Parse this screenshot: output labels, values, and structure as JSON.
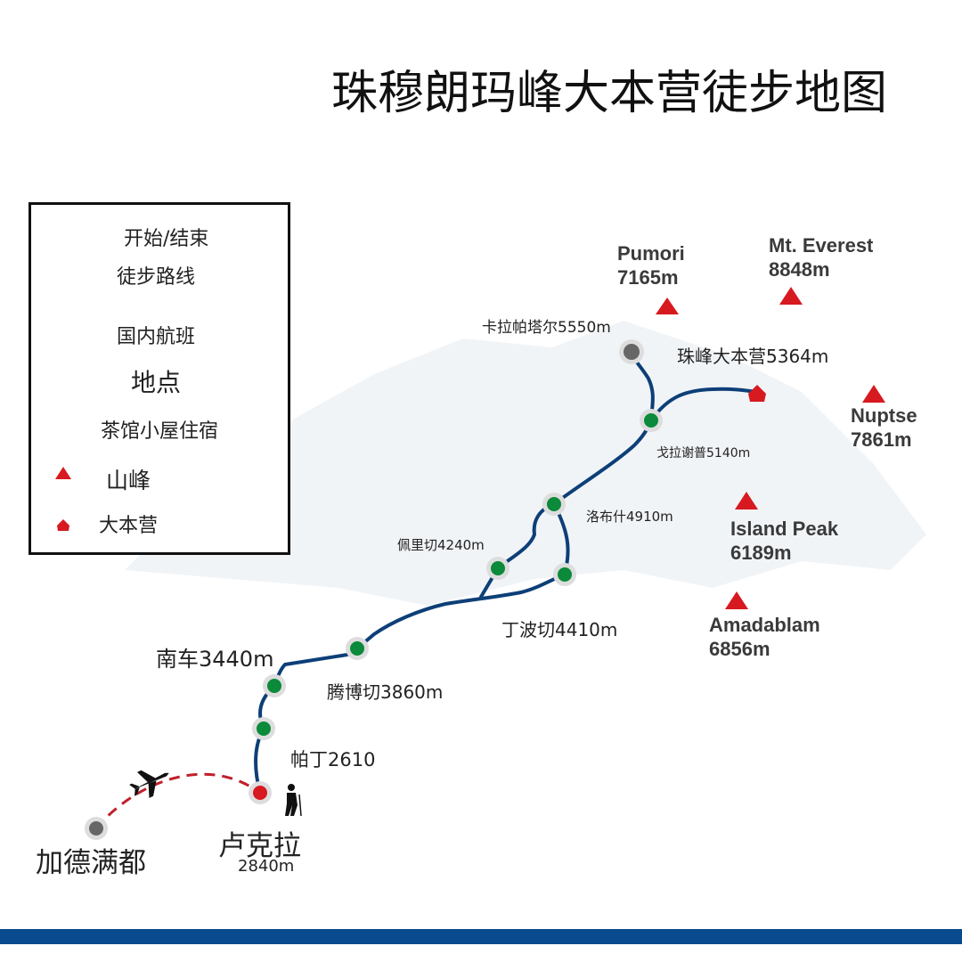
{
  "title": "珠穆朗玛峰大本营徒步地图",
  "legend": {
    "start_end": "开始/结束",
    "trek_route": "徒步路线",
    "domestic_flight": "国内航班",
    "location": "地点",
    "teahouse": "茶馆小屋住宿",
    "peak": "山峰",
    "base_camp": "大本营"
  },
  "peaks": [
    {
      "name": "Pumori",
      "height": "7165m"
    },
    {
      "name": "Mt. Everest",
      "height": "8848m"
    },
    {
      "name": "Nuptse",
      "height": "7861m"
    },
    {
      "name": "Island Peak",
      "height": "6189m"
    },
    {
      "name": "Amadablam",
      "height": "6856m"
    }
  ],
  "stops": {
    "kala_patthar": "卡拉帕塔尔5550m",
    "ebc": "珠峰大本营5364m",
    "gorak_shep": "戈拉谢普5140m",
    "lobuche": "洛布什4910m",
    "pheriche": "佩里切4240m",
    "dingboche": "丁波切4410m",
    "namche": "南车3440m",
    "tengboche": "腾博切3860m",
    "phakding": "帕丁2610",
    "lukla": "卢克拉",
    "lukla_alt": "2840m",
    "kathmandu": "加德满都"
  },
  "colors": {
    "route": "#0d3f78",
    "red": "#d71920",
    "green": "#0a8a3a",
    "gray": "#666",
    "bar": "#0a4a8f"
  }
}
